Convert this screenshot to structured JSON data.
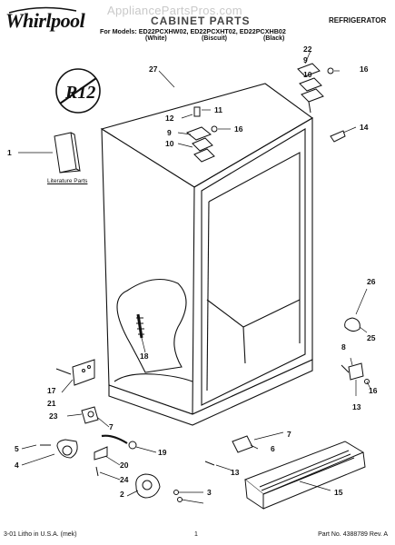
{
  "header": {
    "brand": "Whirlpool",
    "watermark": "AppliancePartsPros.com",
    "title": "CABINET PARTS",
    "category": "REFRIGERATOR",
    "models_line": "For Models: ED22PCXHW02, ED22PCXHT02, ED22PCXHB02",
    "colors": [
      "(White)",
      "(Biscuit)",
      "(Black)"
    ]
  },
  "badge": {
    "text": "R12"
  },
  "callouts": [
    "1",
    "2",
    "3",
    "4",
    "5",
    "6",
    "7",
    "8",
    "9",
    "10",
    "11",
    "12",
    "13",
    "14",
    "15",
    "16",
    "17",
    "18",
    "19",
    "20",
    "21",
    "22",
    "23",
    "24",
    "25",
    "26",
    "27"
  ],
  "literature_label": "Literature Parts",
  "footer": {
    "left": "3-01 Litho in U.S.A. (mek)",
    "page": "1",
    "right": "Part No. 4388789 Rev. A"
  }
}
